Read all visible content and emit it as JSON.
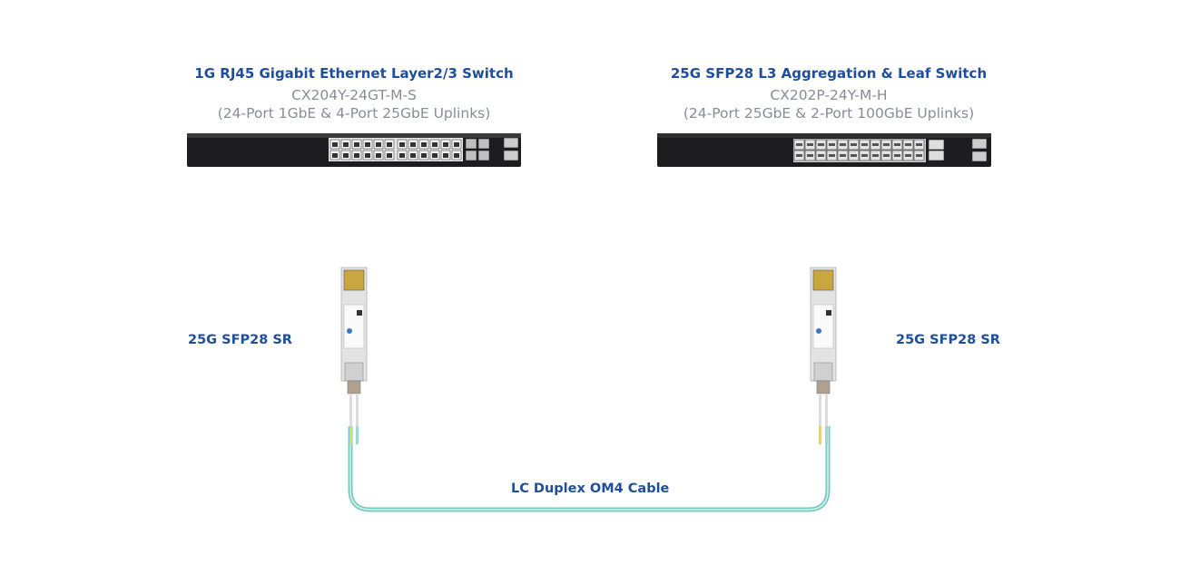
{
  "left_switch": {
    "title": "1G RJ45 Gigabit Ethernet Layer2/3 Switch",
    "model": "CX204Y-24GT-M-S",
    "ports": "(24-Port 1GbE & 4-Port 25GbE Uplinks)"
  },
  "right_switch": {
    "title": "25G SFP28  L3 Aggregation & Leaf Switch",
    "model": "CX202P-24Y-M-H",
    "ports": "(24-Port 25GbE & 2-Port 100GbE Uplinks)"
  },
  "left_transceiver": {
    "label": "25G SFP28 SR"
  },
  "right_transceiver": {
    "label": "25G SFP28 SR"
  },
  "cable": {
    "label": "LC Duplex OM4 Cable",
    "color": "#74cbbf"
  },
  "colors": {
    "title": "#1f4f9c",
    "subtitle": "#878d95"
  }
}
